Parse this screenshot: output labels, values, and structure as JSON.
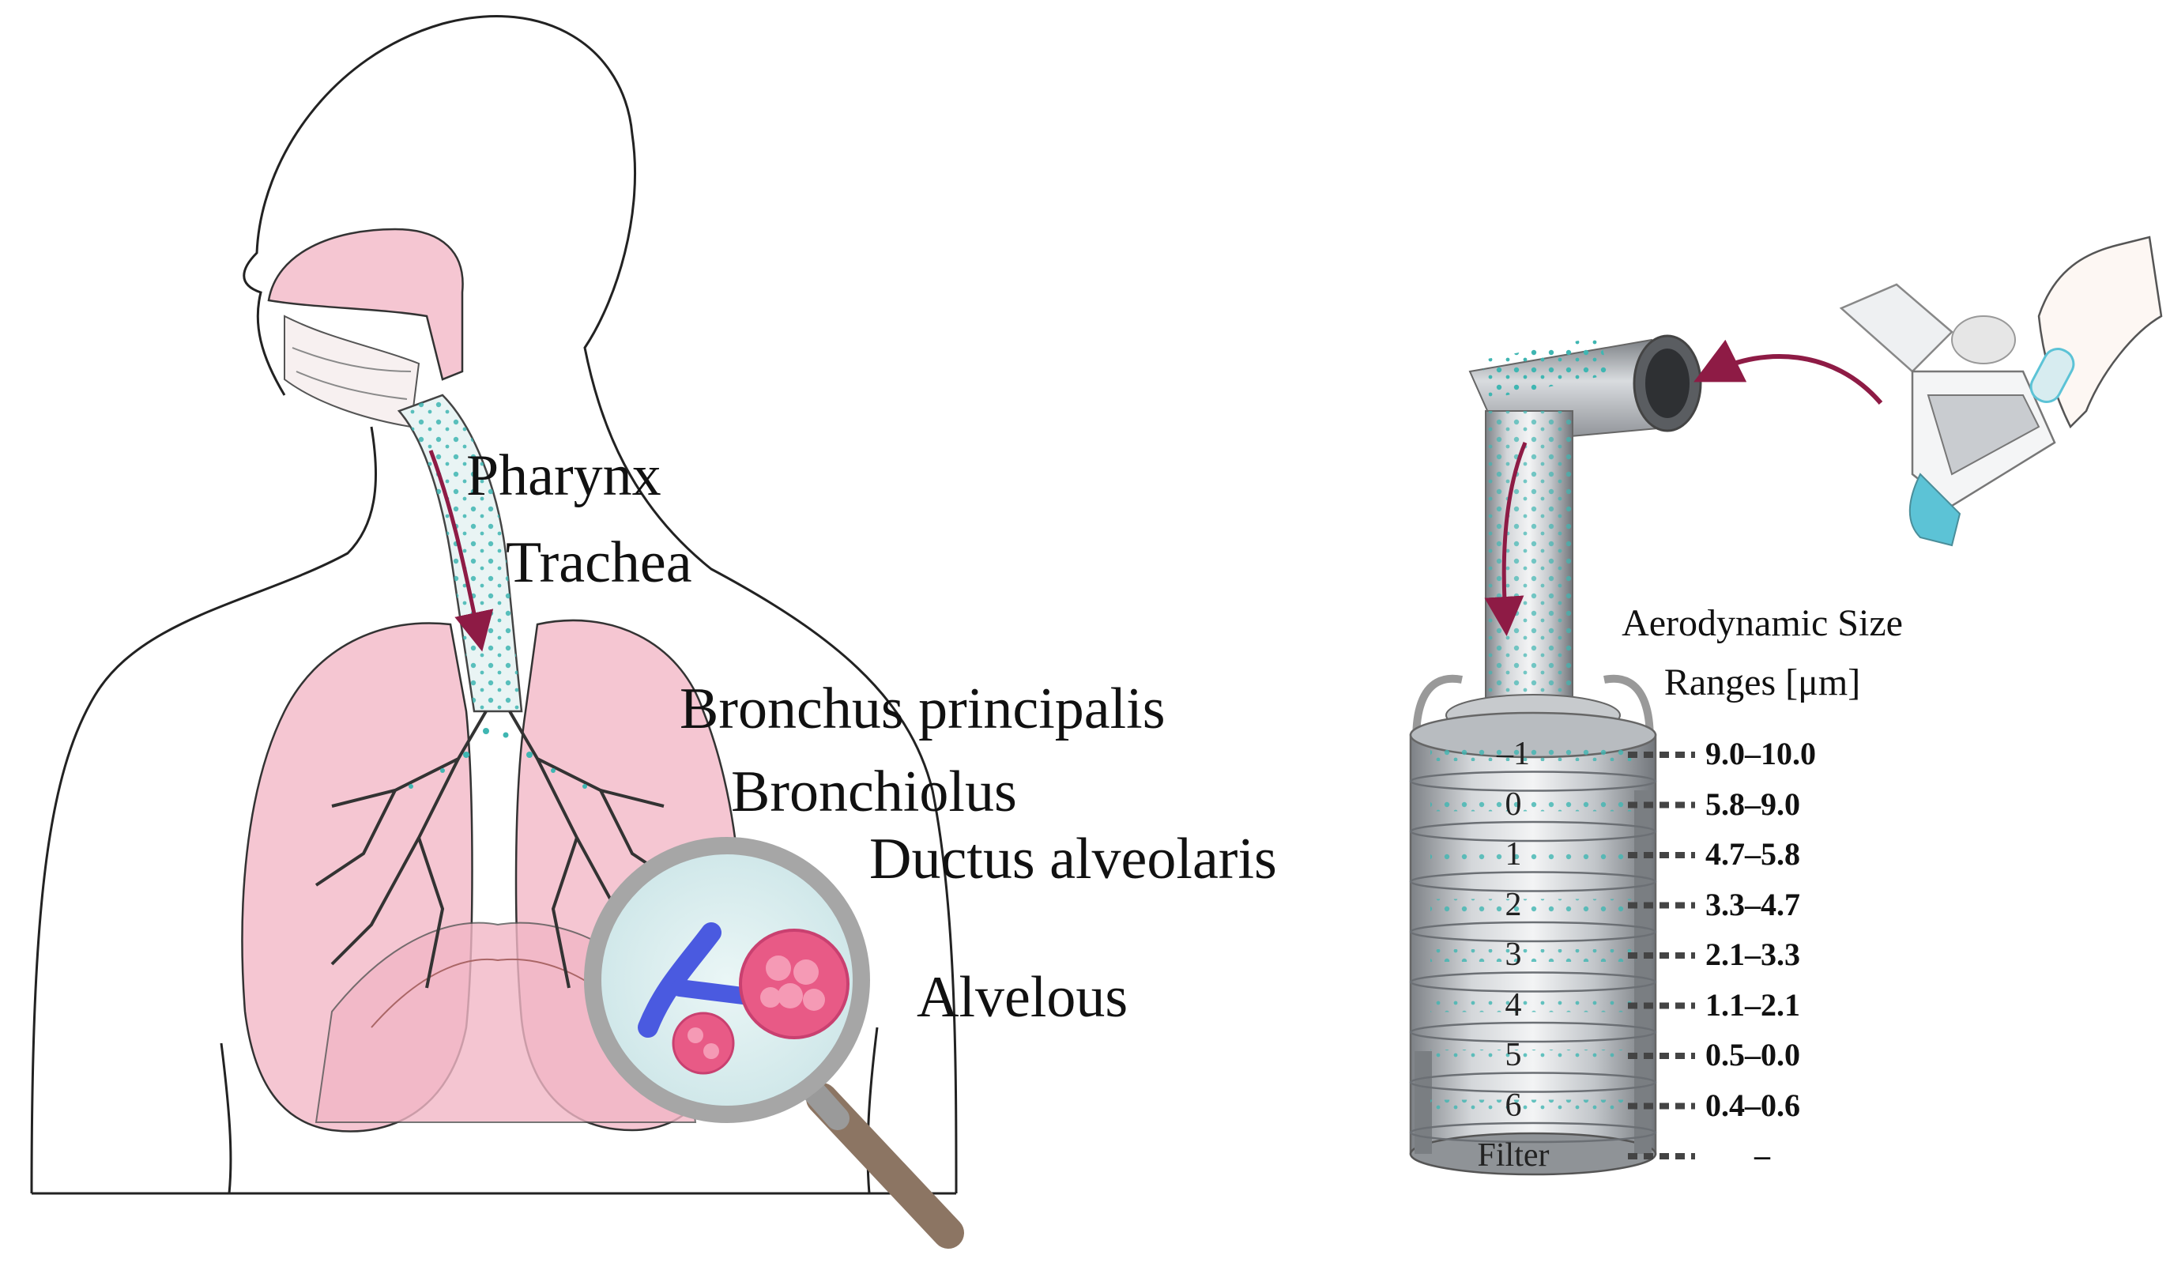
{
  "anatomy": {
    "labels": [
      {
        "id": "pharynx",
        "text": "Pharynx"
      },
      {
        "id": "trachea",
        "text": "Trachea"
      },
      {
        "id": "bronchus",
        "text": "Bronchus principalis"
      },
      {
        "id": "bronchiolus",
        "text": "Bronchiolus"
      },
      {
        "id": "ductus",
        "text": "Ductus alveolaris"
      },
      {
        "id": "alvelous",
        "text": "Alvelous"
      }
    ]
  },
  "impactor": {
    "header_line1": "Aerodynamic Size",
    "header_line2": "Ranges [μm]",
    "stages": [
      {
        "stage": "–1",
        "range": "9.0–10.0"
      },
      {
        "stage": "0",
        "range": "5.8–9.0"
      },
      {
        "stage": "1",
        "range": "4.7–5.8"
      },
      {
        "stage": "2",
        "range": "3.3–4.7"
      },
      {
        "stage": "3",
        "range": "2.1–3.3"
      },
      {
        "stage": "4",
        "range": "1.1–2.1"
      },
      {
        "stage": "5",
        "range": "0.5–0.0"
      },
      {
        "stage": "6",
        "range": "0.4–0.6"
      },
      {
        "stage": "Filter",
        "range": "–"
      }
    ]
  },
  "colors": {
    "lung_pink": "#f5c6d2",
    "particle_teal": "#3fb6b2",
    "arrow_maroon": "#8e1b45",
    "steel": "#a9adb1",
    "magnifier_handle": "#8c7563",
    "vessel_blue": "#4a5ae0",
    "alveolus_pink": "#e85a86"
  }
}
